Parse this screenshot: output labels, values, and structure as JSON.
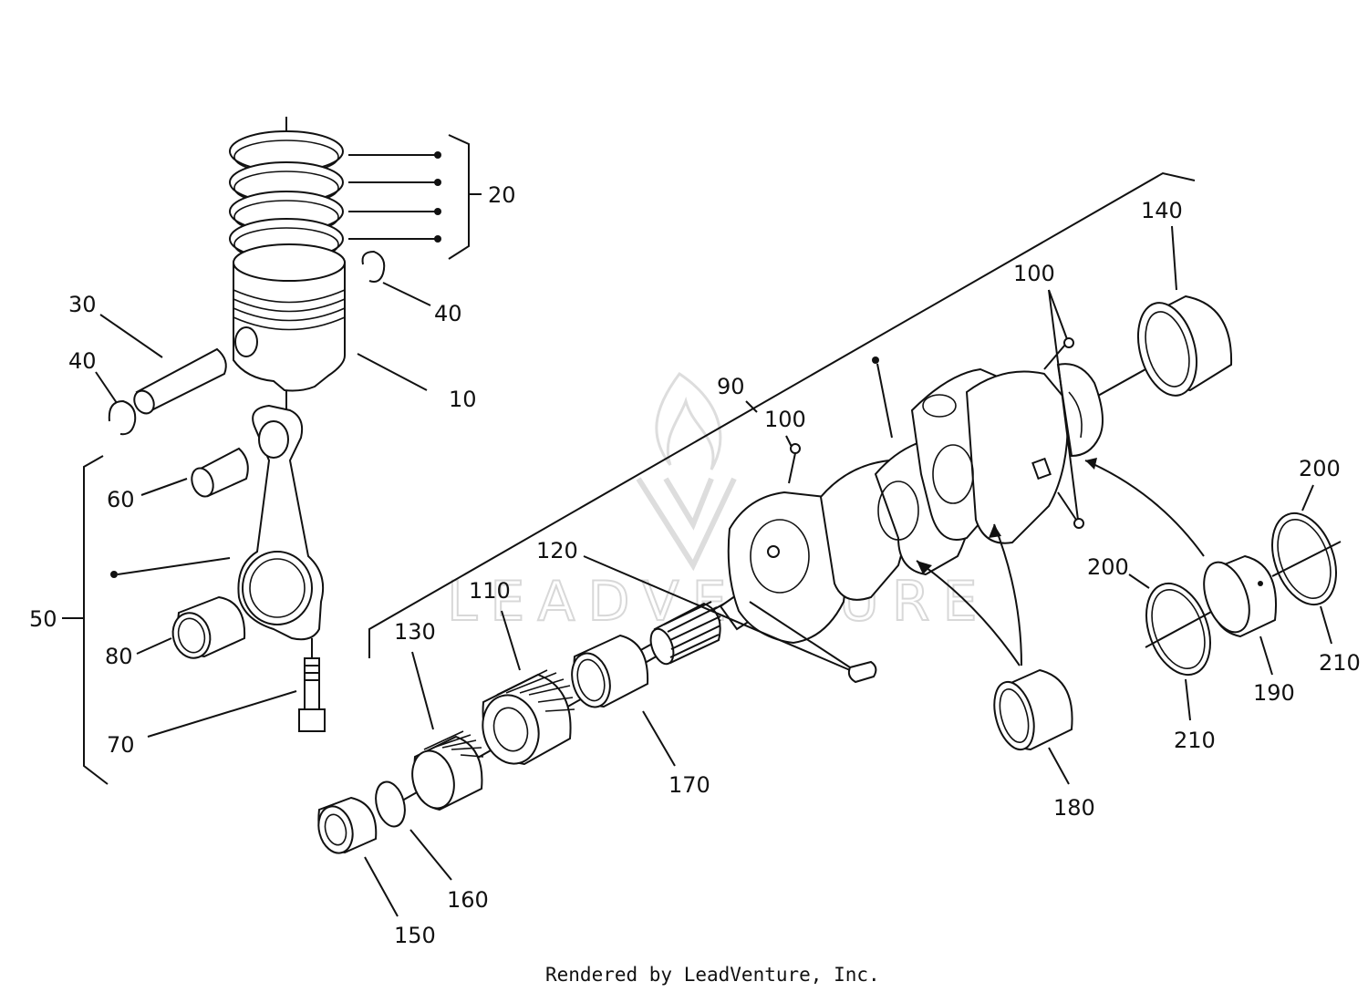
{
  "diagram": {
    "callouts": {
      "c10": "10",
      "c20": "20",
      "c30": "30",
      "c40a": "40",
      "c40b": "40",
      "c50": "50",
      "c60": "60",
      "c70": "70",
      "c80": "80",
      "c90": "90",
      "c100a": "100",
      "c100b": "100",
      "c110": "110",
      "c120": "120",
      "c130": "130",
      "c140": "140",
      "c150": "150",
      "c160": "160",
      "c170": "170",
      "c180": "180",
      "c190": "190",
      "c200a": "200",
      "c200b": "200",
      "c210a": "210",
      "c210b": "210"
    },
    "watermark": "LEADVENTURE",
    "footer": "Rendered by LeadVenture, Inc."
  },
  "colors": {
    "line": "#111111",
    "watermark": "#d8d8d8",
    "background": "#ffffff"
  }
}
